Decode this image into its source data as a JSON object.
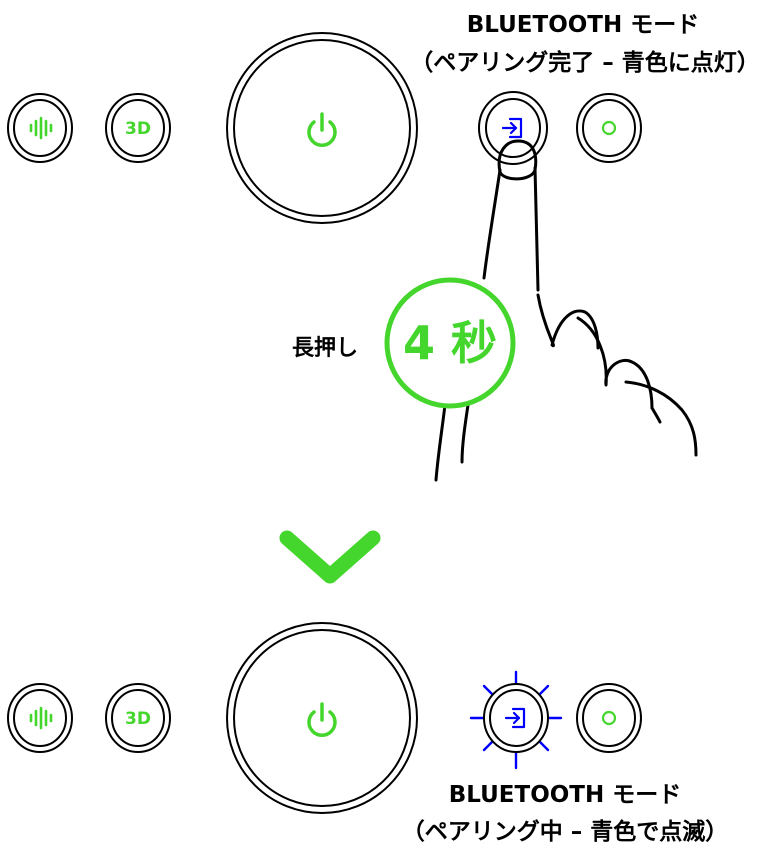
{
  "colors": {
    "accent_green": "#44d62c",
    "bluetooth_blue": "#0000ff",
    "outline": "#000000",
    "background": "#ffffff"
  },
  "top": {
    "mode_label": "BLUETOOTH モード",
    "status_label": "（ペアリング完了 – 青色に点灯）",
    "buttons": {
      "eq_icon": "equalizer-icon",
      "threed_label": "3D",
      "power_icon": "power-icon",
      "bluetooth_icon": "input-source-icon",
      "ring_icon": "circle-icon"
    },
    "bluetooth_state": "steady"
  },
  "instruction": {
    "press_label": "長押し",
    "duration_label": "4 秒",
    "hand_icon": "pointing-finger-icon"
  },
  "transition_icon": "chevron-down-icon",
  "bottom": {
    "mode_label": "BLUETOOTH モード",
    "status_label": "（ペアリング中 – 青色で点滅）",
    "buttons": {
      "eq_icon": "equalizer-icon",
      "threed_label": "3D",
      "power_icon": "power-icon",
      "bluetooth_icon": "input-source-icon",
      "ring_icon": "circle-icon"
    },
    "bluetooth_state": "blinking"
  }
}
